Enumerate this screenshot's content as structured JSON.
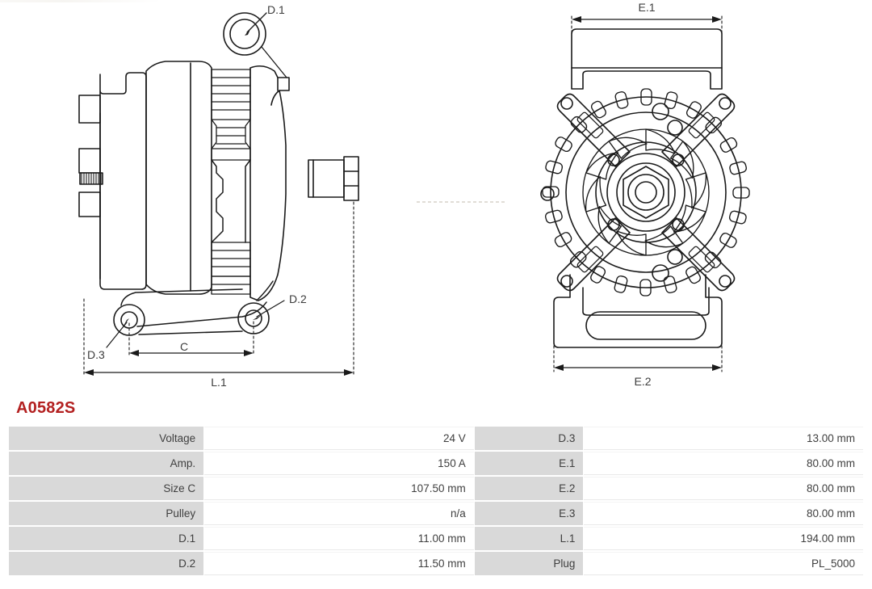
{
  "part": {
    "code": "A0582S"
  },
  "drawing_left": {
    "name": "alternator-side-view",
    "labels": {
      "d1": "D.1",
      "d2": "D.2",
      "d3": "D.3",
      "c": "C",
      "l1": "L.1"
    }
  },
  "drawing_right": {
    "name": "alternator-front-view",
    "labels": {
      "e1": "E.1",
      "e2": "E.2"
    }
  },
  "spec_table": {
    "rows": [
      {
        "label_left": "Voltage",
        "value_left": "24 V",
        "label_right": "D.3",
        "value_right": "13.00 mm"
      },
      {
        "label_left": "Amp.",
        "value_left": "150 A",
        "label_right": "E.1",
        "value_right": "80.00 mm"
      },
      {
        "label_left": "Size C",
        "value_left": "107.50 mm",
        "label_right": "E.2",
        "value_right": "80.00 mm"
      },
      {
        "label_left": "Pulley",
        "value_left": "n/a",
        "label_right": "E.3",
        "value_right": "80.00 mm"
      },
      {
        "label_left": "D.1",
        "value_left": "11.00 mm",
        "label_right": "L.1",
        "value_right": "194.00 mm"
      },
      {
        "label_left": "D.2",
        "value_left": "11.50 mm",
        "label_right": "Plug",
        "value_right": "PL_5000"
      }
    ]
  },
  "colors": {
    "title_red": "#b32020",
    "label_cell": "#d9d9d9",
    "line": "#1a1a1a",
    "text": "#3f3f3f"
  }
}
